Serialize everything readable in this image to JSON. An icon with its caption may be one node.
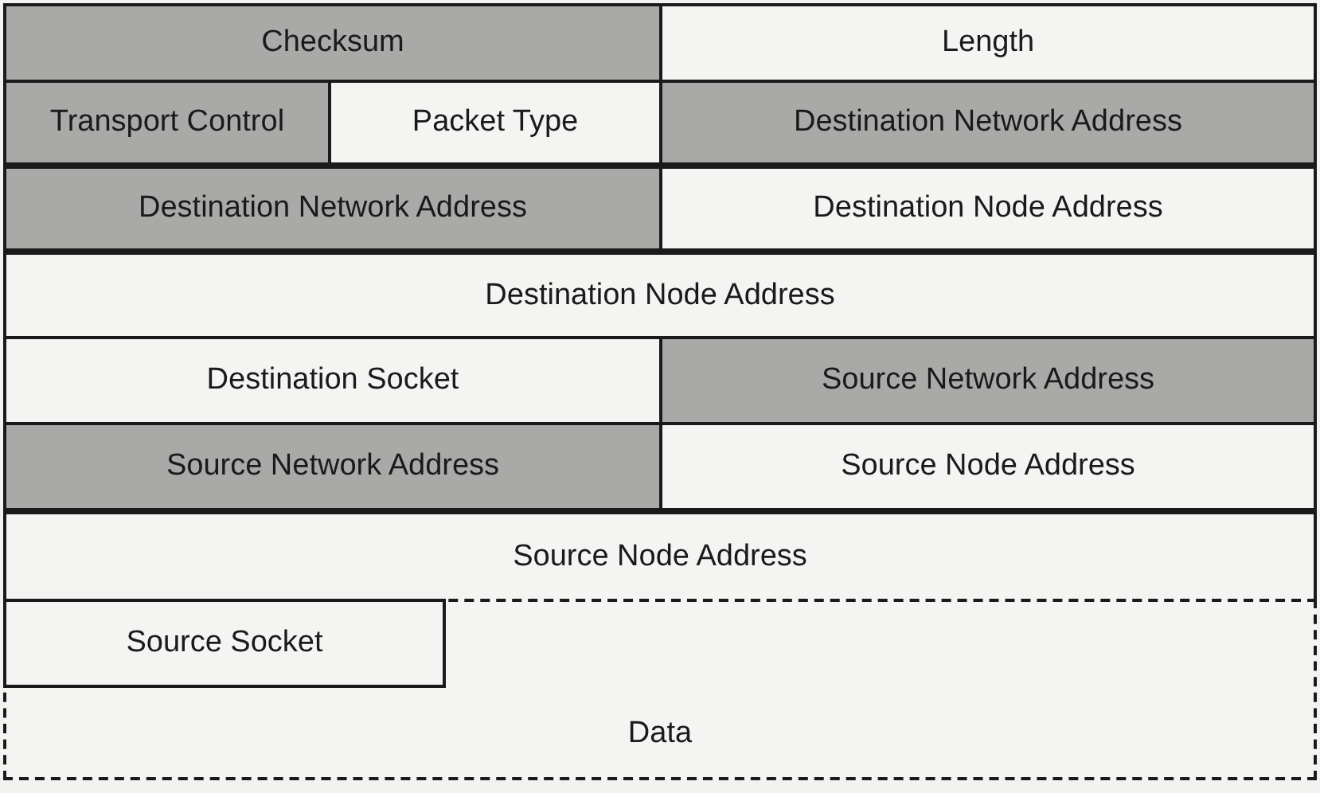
{
  "diagram": {
    "nodes": [
      {
        "text": [
          "Checksum"
        ]
      },
      {
        "text": [
          "Length"
        ]
      },
      {
        "text": [
          "Transport Control"
        ]
      },
      {
        "text": [
          "Packet Type"
        ]
      },
      {
        "text": [
          "Destination Network Address"
        ]
      },
      {
        "text": [
          "Destination Network Address"
        ]
      },
      {
        "text": [
          "Destination Node Address"
        ]
      },
      {
        "text": [
          "Destination Node Address"
        ]
      },
      {
        "text": [
          "Destination Socket"
        ]
      },
      {
        "text": [
          "Source Network Address"
        ]
      },
      {
        "text": [
          "Source Network Address"
        ]
      },
      {
        "text": [
          "Source Node Address"
        ]
      },
      {
        "text": [
          "Source Node Address"
        ]
      },
      {
        "text": [
          "Data"
        ]
      },
      {
        "text": [
          "Source Socket"
        ],
        "in": 13
      }
    ]
  }
}
